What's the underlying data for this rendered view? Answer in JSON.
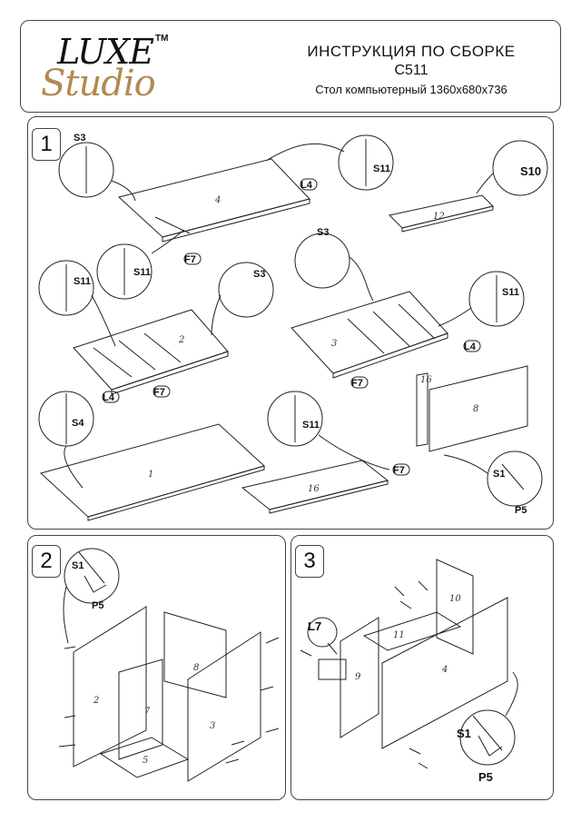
{
  "header": {
    "logo_top": "LUXE",
    "logo_bottom": "Studio",
    "logo_mark": "TM",
    "title": "ИНСТРУКЦИЯ ПО СБОРКЕ",
    "model": "С511",
    "subtitle": "Стол компьютерный 1360х680х736"
  },
  "steps": [
    {
      "number": "1",
      "callouts": [
        "S3",
        "S11",
        "S10",
        "L4",
        "F7",
        "S11",
        "S11",
        "S3",
        "S3",
        "S11",
        "L4",
        "F7",
        "L4",
        "F7",
        "S4",
        "S11",
        "F7",
        "S1",
        "P5"
      ],
      "parts": [
        "4",
        "12",
        "2",
        "3",
        "1",
        "16",
        "8",
        "16"
      ]
    },
    {
      "number": "2",
      "callouts": [
        "S1",
        "P5"
      ],
      "parts": [
        "8",
        "2",
        "7",
        "3",
        "5"
      ]
    },
    {
      "number": "3",
      "callouts": [
        "L7",
        "S1",
        "P5"
      ],
      "parts": [
        "10",
        "11",
        "9",
        "4"
      ]
    }
  ]
}
